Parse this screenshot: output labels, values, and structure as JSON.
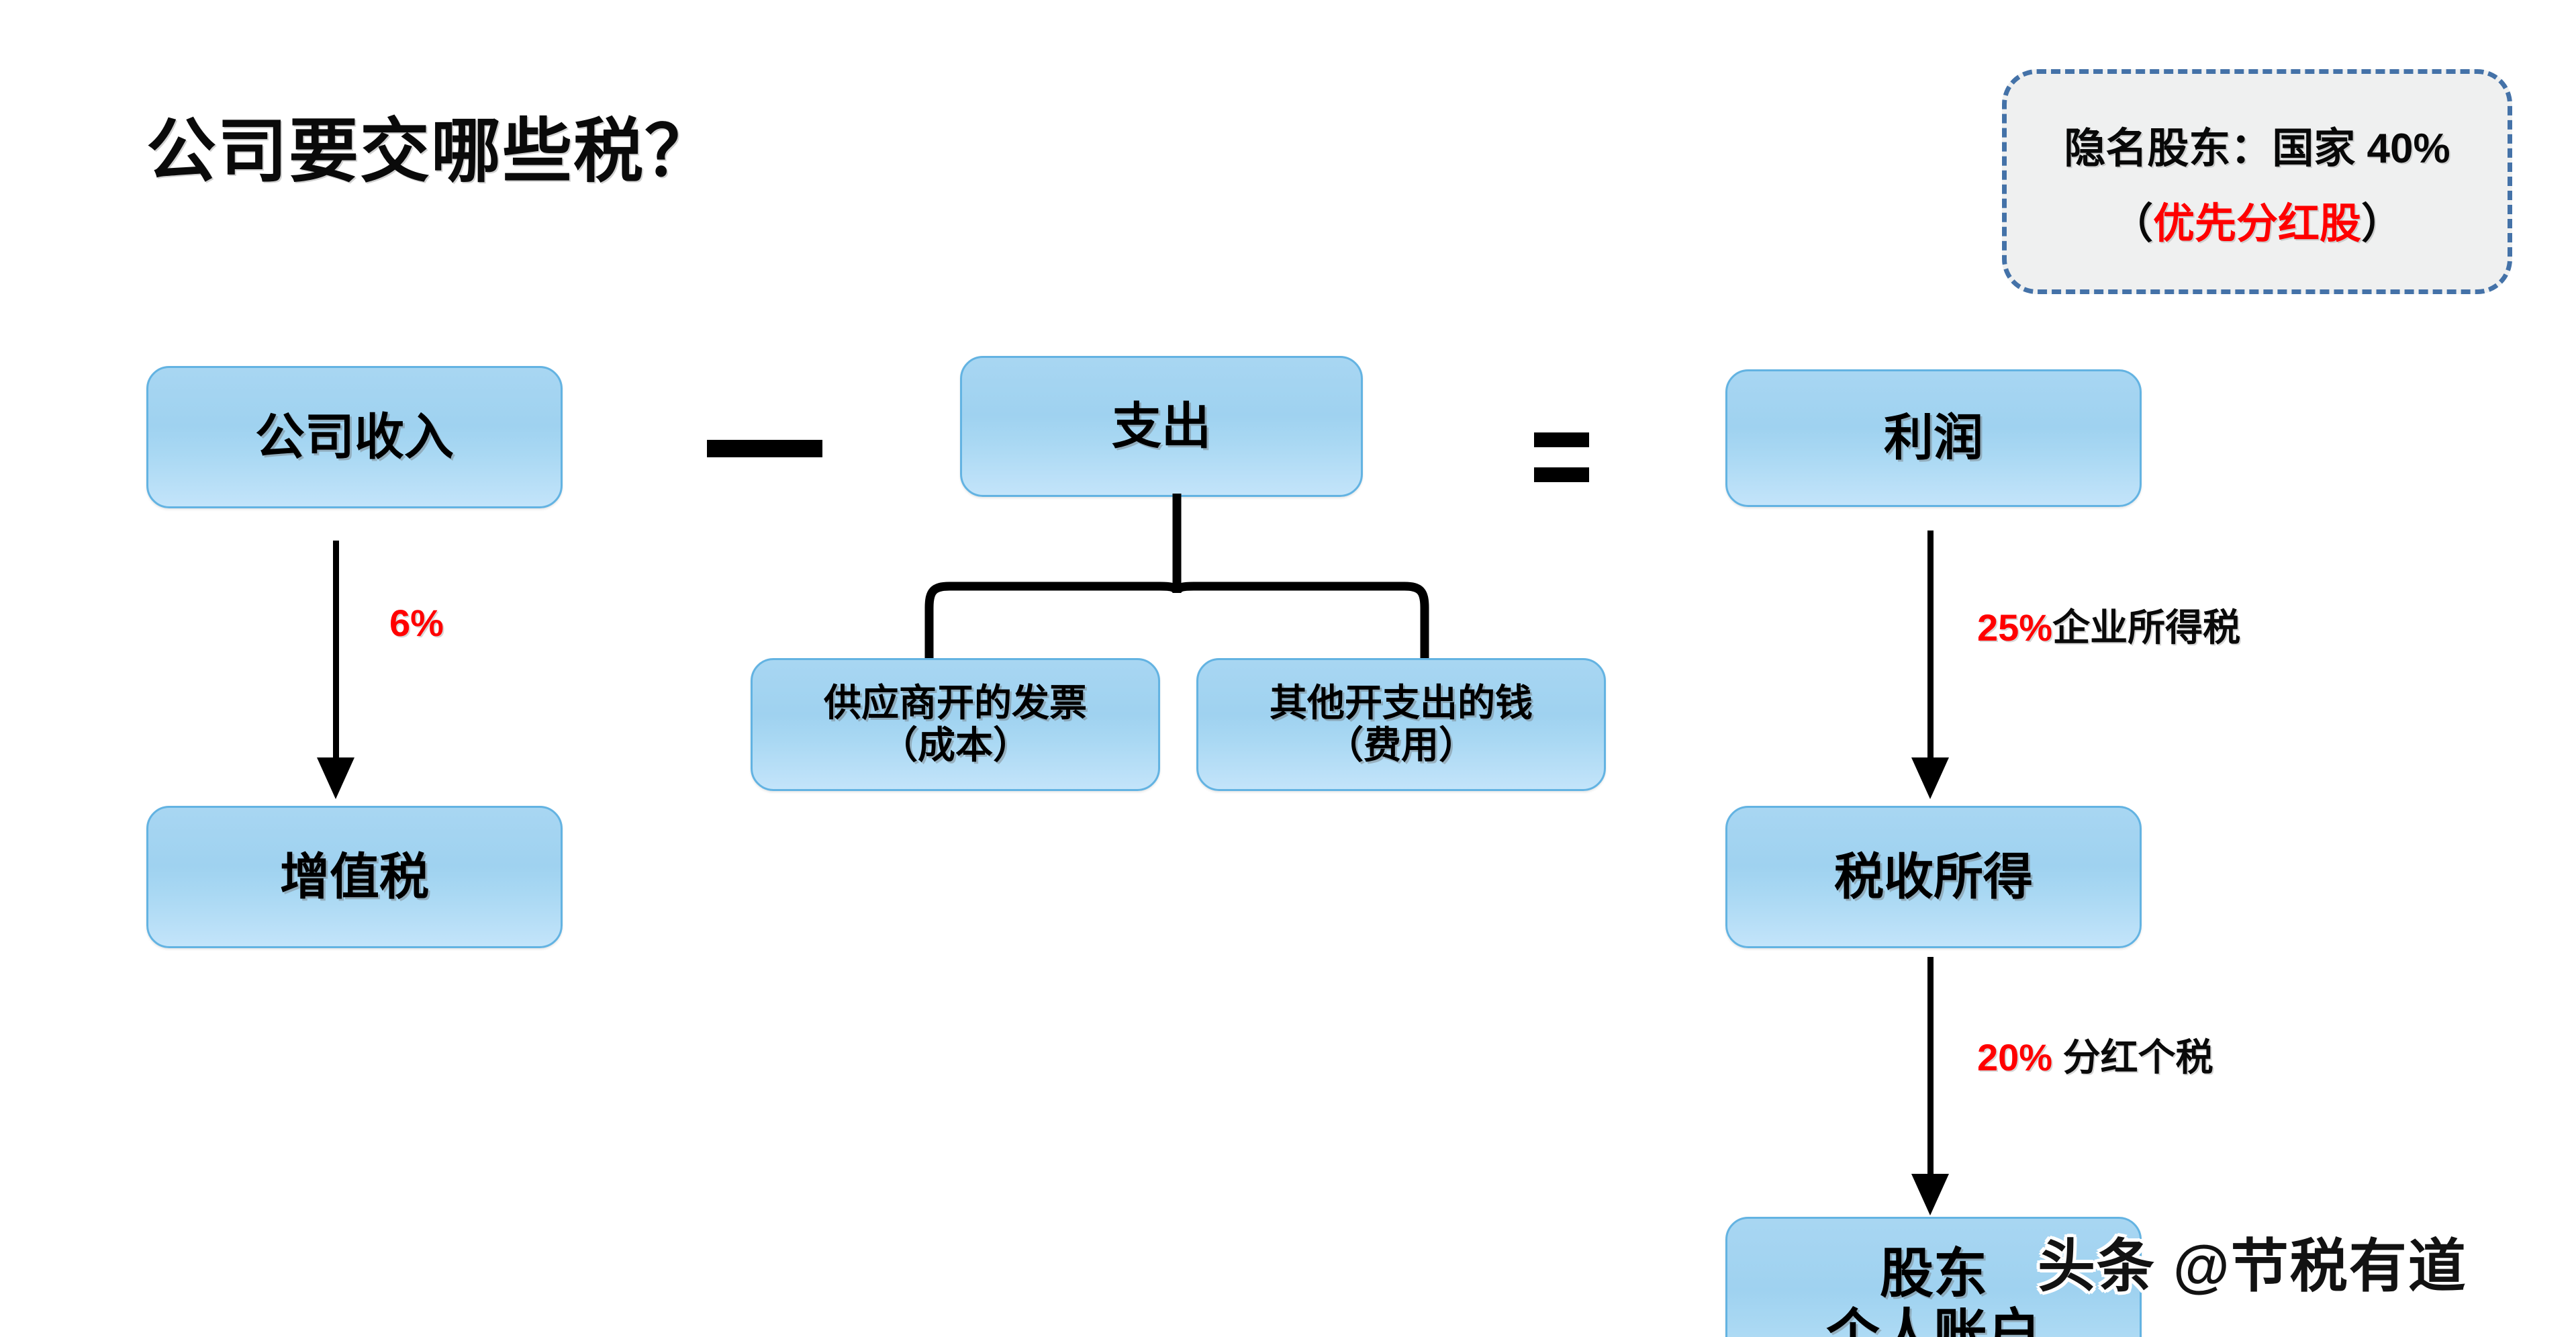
{
  "page": {
    "title": "公司要交哪些税？",
    "background_color": "#ffffff",
    "accent_box_color": "#a8d6f2",
    "accent_border_color": "#63b3e2",
    "highlight_color": "#ff0000"
  },
  "callout": {
    "line1": "隐名股东：国家 40%",
    "line2_open": "（",
    "line2_highlight": "优先分红股",
    "line2_close": "）",
    "border_color": "#4472a8",
    "fill_color": "#eff0f0"
  },
  "boxes": {
    "revenue": {
      "label": "公司收入"
    },
    "expense": {
      "label": "支出"
    },
    "profit": {
      "label": "利润"
    },
    "vat": {
      "label": "增值税"
    },
    "taxable_income": {
      "label": "税收所得"
    },
    "cost": {
      "line1": "供应商开的发票",
      "line2": "（成本）"
    },
    "fee": {
      "line1": "其他开支出的钱",
      "line2": "（费用）"
    },
    "shareholder": {
      "line1": "股东",
      "line2": "个人账户"
    }
  },
  "operators": {
    "minus": "−",
    "equals": "="
  },
  "arrows": {
    "vat": {
      "percent": "6%",
      "tax_name": ""
    },
    "corporate_income_tax": {
      "percent": "25%",
      "tax_name": "企业所得税"
    },
    "dividend_tax": {
      "percent": "20%",
      "tax_name": " 分红个税"
    }
  },
  "watermark": {
    "text": "头条 @节税有道"
  }
}
